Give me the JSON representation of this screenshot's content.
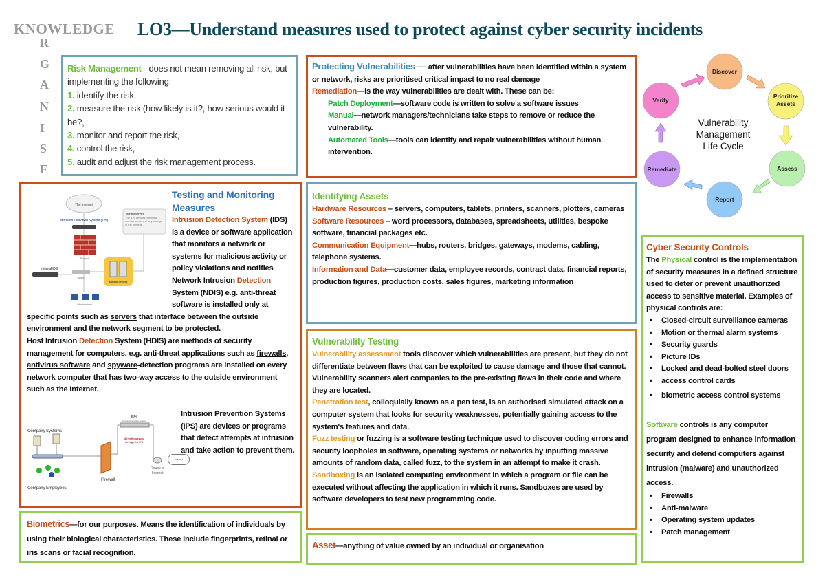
{
  "header": {
    "knowledge": "KNOWLEDGE",
    "organise_letters": [
      "R",
      "G",
      "A",
      "N",
      "I",
      "S",
      "E"
    ],
    "title": "LO3—Understand measures used to protect against cyber security incidents"
  },
  "colors": {
    "accent_red": "#c5501a",
    "accent_green": "#6fbf3a",
    "accent_blue": "#2e74b5",
    "accent_orange": "#e39a2a",
    "title": "#0f4a5c",
    "border_teal": "#6ea3b5",
    "border_red": "#c5501a",
    "border_orange": "#d28122",
    "border_green": "#8fd14f"
  },
  "risk": {
    "heading": "Risk Management",
    "intro": " - does not mean removing all risk, but implementing the following:",
    "steps": [
      {
        "n": "1.",
        "text": " identify the risk,"
      },
      {
        "n": "2.",
        "text": " measure the risk (how likely is it?, how serious would it be?,"
      },
      {
        "n": "3.",
        "text": " monitor and report the risk,"
      },
      {
        "n": "4.",
        "text": " control the risk,"
      },
      {
        "n": "5.",
        "text": " audit and adjust the risk management process."
      }
    ]
  },
  "testing": {
    "heading": "Testing and Monitoring Measures",
    "ids_term": "Intrusion Detection System",
    "ids_text": " (IDS) is a device or software application that monitors a network or systems for malicious activity or policy violations and notifies Network Intrusion ",
    "ndis_term": "Detection",
    "ndis_text": " System  (NDIS) e.g. anti-threat software is installed only at specific points such as ",
    "servers": "servers",
    "ndis_tail": " that interface between the outside environment and the network segment to be protected.",
    "hdis_a": "Host Intrusion ",
    "hdis_term": "Detection",
    "hdis_b": " System  (HDIS) are methods of security management for computers, e.g. anti-threat applications such as ",
    "firewalls": "firewalls",
    "sep1": ", ",
    "antivirus": "antivirus software",
    "sep2": " and ",
    "spyware": "spyware",
    "hdis_tail": "-detection programs are installed on every network computer that has two-way access to the outside environment such as the Internet.",
    "ips": "Intrusion Prevention Systems (IPS)  are devices or programs that detect attempts at intrusion and take action to prevent them.",
    "ids_diagram": {
      "internet": "The Internet",
      "ids": "Intrusion Detection System (IDS)",
      "monitor_note_title": "Monitor Servers",
      "monitor_note": "The IDS devices notify the monitor servers of any change in the network.",
      "firewall": "Firewall",
      "internal_ids": "Internal IDS",
      "switch": "Switch",
      "monitor_servers": "Monitor Servers",
      "workstations": "Workstations"
    },
    "ips_diagram": {
      "company_systems": "Company Systems",
      "ips": "IPS",
      "ips_sub": "Intrusion Prevention System",
      "traffic": "All traffic passes through the IPS",
      "firewall": "Firewall",
      "router": "Router to Internet",
      "internet": "Internet",
      "employees": "Company Employees"
    }
  },
  "biometrics": {
    "term": "Biometrics",
    "text": "—for our purposes. Means the identification of individuals by using their biological characteristics.  These include fingerprints, retinal or iris scans or facial recognition."
  },
  "protecting": {
    "heading": "Protecting Vulnerabilities —",
    "intro": " after vulnerabilities have been identified within a system or network, risks are prioritised critical impact to no real damage",
    "remediation_term": "Remediation",
    "remediation_text": "—is the way vulnerabilities are dealt with. These can be:",
    "items": [
      {
        "term": "Patch Deployment",
        "text": "—software code is written to solve a software issues"
      },
      {
        "term": "Manual",
        "text": "—network managers/technicians take steps to remove or reduce the vulnerability."
      },
      {
        "term": "Automated Tools",
        "text": "—tools can identify and repair vulnerabilities without human intervention."
      }
    ]
  },
  "assets": {
    "heading": "Identifying Assets",
    "items": [
      {
        "term": "Hardware Resources",
        "text": " – servers, computers, tablets, printers, scanners, plotters, cameras"
      },
      {
        "term": "Software Resources",
        "text": "  – word processors, databases, spreadsheets, utilities, bespoke software, financial packages etc."
      },
      {
        "term": "Communication Equipment",
        "text": "—hubs, routers, bridges, gateways, modems, cabling, telephone systems."
      },
      {
        "term": "Information and Data",
        "text": "—customer data, employee records, contract data, financial reports, production figures, production costs, sales figures, marketing information"
      }
    ]
  },
  "vuln_testing": {
    "heading": "Vulnerability Testing",
    "items": [
      {
        "term": "Vulnerability assessment",
        "text": " tools discover which vulnerabilities are present, but they do not differentiate between flaws that can be exploited to cause damage and those that cannot. Vulnerability scanners alert companies to the pre-existing flaws in their code and where they are located."
      },
      {
        "term": "Penetration test",
        "text": ", colloquially known as a pen test, is an authorised simulated attack on a computer system that looks for security weaknesses, potentially gaining access to the system's features and data."
      },
      {
        "term": "Fuzz testing",
        "text": " or fuzzing is a software testing technique used to discover coding errors and security loopholes in software, operating systems or networks by inputting massive amounts of random data, called fuzz, to the system in an attempt to make it crash."
      },
      {
        "term": "Sandboxing",
        "text": " is an isolated computing environment in which a program or file can be executed without affecting the application in which it runs. Sandboxes are used by software developers to test new programming code."
      }
    ]
  },
  "asset": {
    "term": "Asset",
    "text": "—anything of value owned by an individual or organisation"
  },
  "lifecycle": {
    "title_lines": [
      "Vulnerability",
      "Management",
      "Life Cycle"
    ],
    "stages": [
      {
        "label": "Discover",
        "color": "#f8b985"
      },
      {
        "label": "Prioritize Assets",
        "color": "#f7f07a"
      },
      {
        "label": "Assess",
        "color": "#b9f0b0"
      },
      {
        "label": "Report",
        "color": "#92c9f7"
      },
      {
        "label": "Remediate",
        "color": "#c898f2"
      },
      {
        "label": "Verify",
        "color": "#f384cc"
      }
    ]
  },
  "controls": {
    "heading": "Cyber Security Controls",
    "physical_pre": "The ",
    "physical_term": "Physical",
    "physical_text": " control is the implementation of security measures in a defined structure used to deter or prevent unauthorized access to sensitive material. Examples of physical controls are:",
    "physical_items": [
      "Closed-circuit surveillance cameras",
      "Motion or thermal alarm systems",
      "Security guards",
      "Picture IDs",
      "Locked and dead-bolted steel doors",
      "access control cards",
      "biometric access control systems"
    ],
    "software_term": "Software",
    "software_text": " controls  is any computer program designed to enhance information security and defend computers against intrusion (malware) and unauthorized access.",
    "software_items": [
      "Firewalls",
      "Anti-malware",
      "Operating system updates",
      "Patch management"
    ]
  }
}
